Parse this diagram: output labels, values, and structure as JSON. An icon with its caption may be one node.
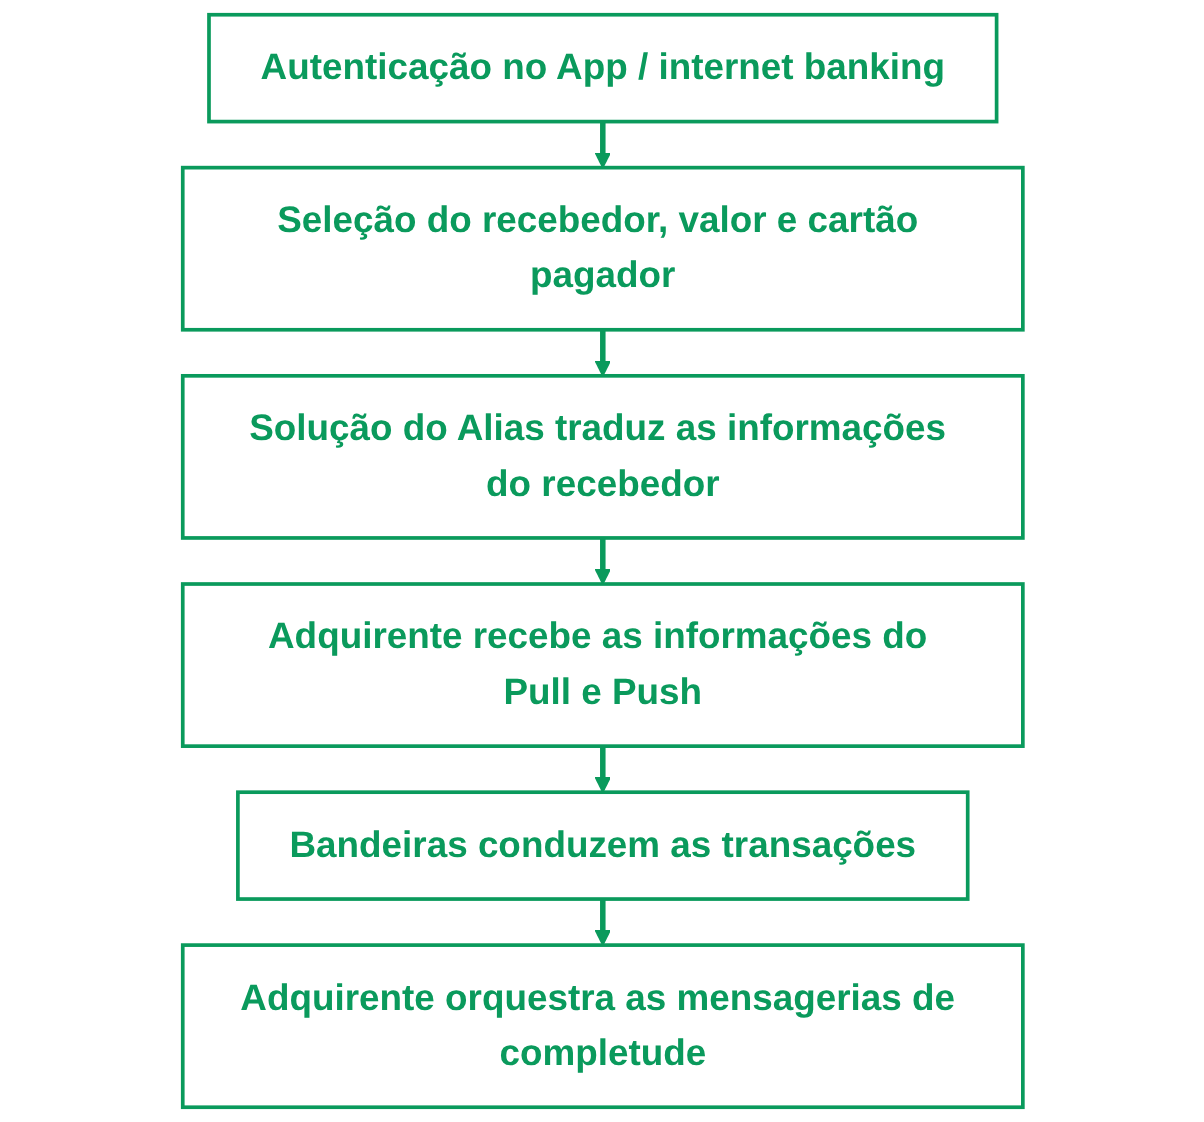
{
  "diagram": {
    "nodes": [
      {
        "text": [
          "Autenticação no App / internet banking"
        ]
      },
      {
        "text": [
          "Seleção do recebedor, valor e cartão pagador"
        ]
      },
      {
        "text": [
          "Solução do Alias traduz as informações do recebedor"
        ]
      },
      {
        "text": [
          "Adquirente recebe as informações do Pull e Push"
        ]
      },
      {
        "text": [
          "Bandeiras conduzem as transações"
        ]
      },
      {
        "text": [
          "Adquirente orquestra as mensagerias de completude"
        ]
      }
    ],
    "edges": [
      {
        "from": 0,
        "to": 1,
        "arrow": "to"
      },
      {
        "from": 1,
        "to": 2,
        "arrow": "to"
      },
      {
        "from": 2,
        "to": 3,
        "arrow": "to"
      },
      {
        "from": 3,
        "to": 4,
        "arrow": "to"
      },
      {
        "from": 4,
        "to": 5,
        "arrow": "to"
      }
    ]
  }
}
